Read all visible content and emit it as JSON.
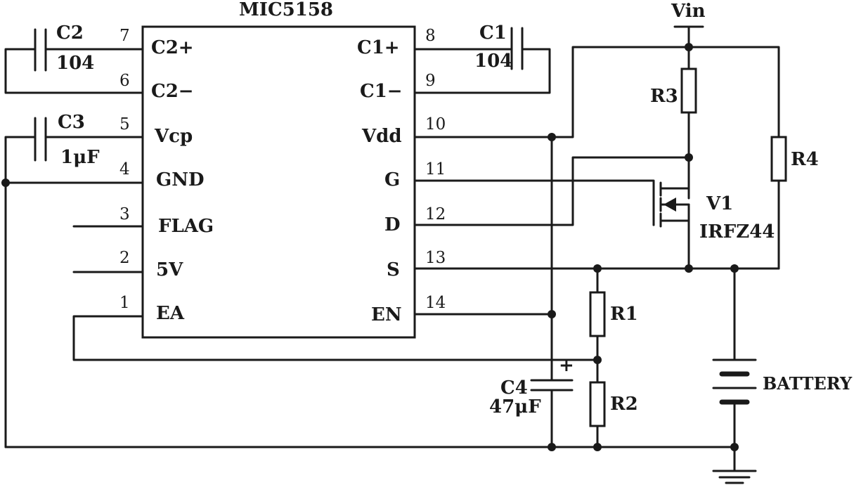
{
  "chip": {
    "name": "MIC5158",
    "left_pins": [
      {
        "num": "7",
        "label": "C2+"
      },
      {
        "num": "6",
        "label": "C2−"
      },
      {
        "num": "5",
        "label": "Vcp"
      },
      {
        "num": "4",
        "label": "GND"
      },
      {
        "num": "3",
        "label": "FLAG"
      },
      {
        "num": "2",
        "label": "5V"
      },
      {
        "num": "1",
        "label": "EA"
      }
    ],
    "right_pins": [
      {
        "num": "8",
        "label": "C1+"
      },
      {
        "num": "9",
        "label": "C1−"
      },
      {
        "num": "10",
        "label": "Vdd"
      },
      {
        "num": "11",
        "label": "G"
      },
      {
        "num": "12",
        "label": "D"
      },
      {
        "num": "13",
        "label": "S"
      },
      {
        "num": "14",
        "label": "EN"
      }
    ]
  },
  "components": {
    "c1": {
      "name": "C1",
      "value": "104"
    },
    "c2": {
      "name": "C2",
      "value": "104"
    },
    "c3": {
      "name": "C3",
      "value": "1μF"
    },
    "c4": {
      "name": "C4",
      "value": "47μF",
      "polarity": "+"
    },
    "r1": {
      "name": "R1"
    },
    "r2": {
      "name": "R2"
    },
    "r3": {
      "name": "R3"
    },
    "r4": {
      "name": "R4"
    },
    "v1": {
      "name": "V1",
      "part": "IRFZ44"
    },
    "battery": {
      "name": "BATTERY"
    },
    "vin": {
      "name": "Vin"
    }
  }
}
